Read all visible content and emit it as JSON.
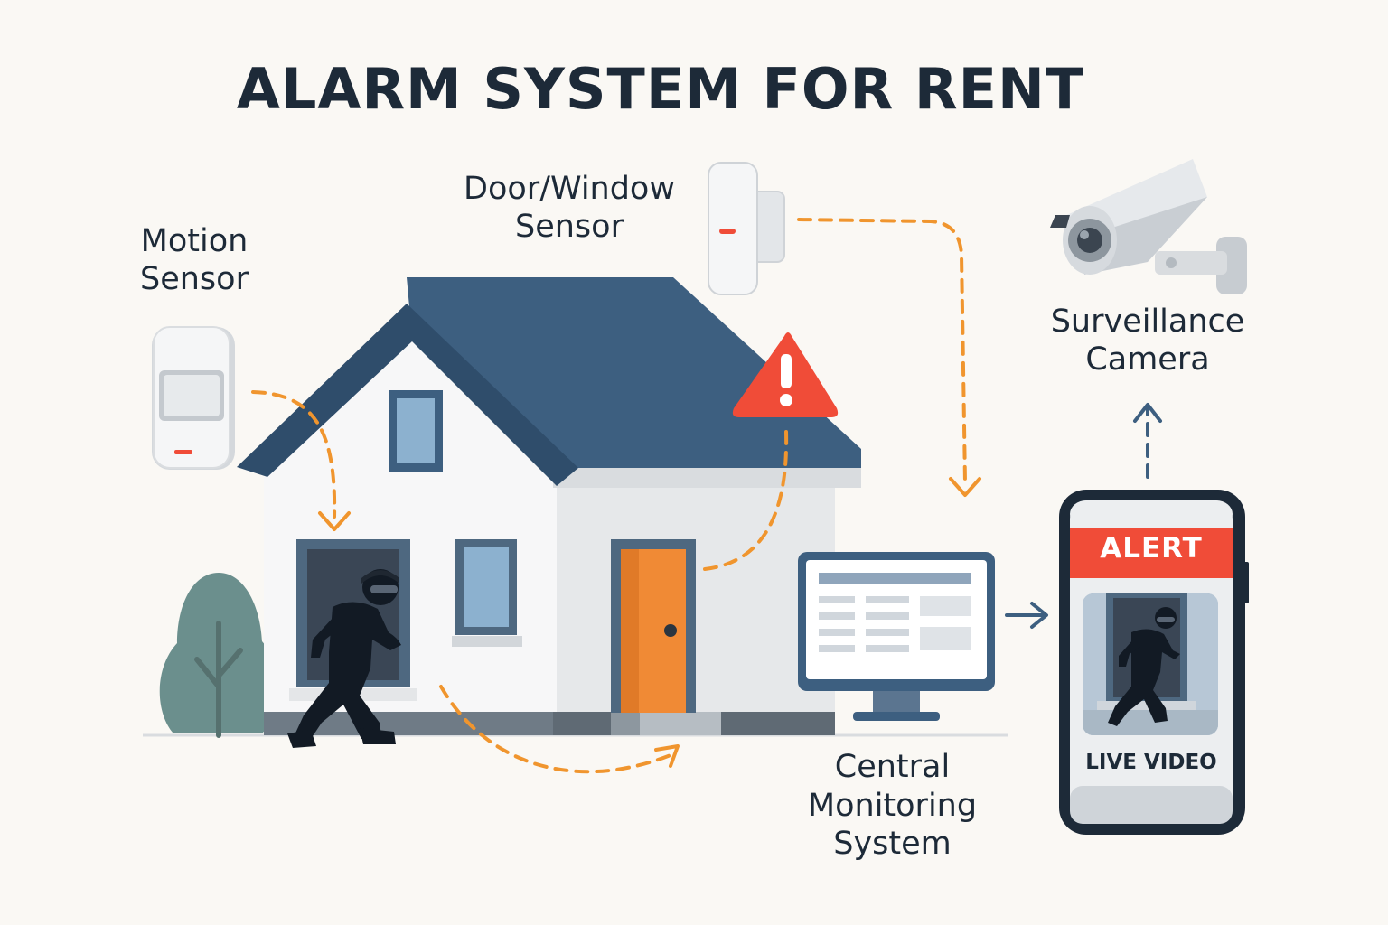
{
  "title": "ALARM SYSTEM FOR RENT",
  "labels": {
    "motion_sensor": [
      "Motion",
      "Sensor"
    ],
    "door_window_sensor": [
      "Door/Window",
      "Sensor"
    ],
    "surveillance_camera": [
      "Surveillance",
      "Camera"
    ],
    "central_monitoring": [
      "Central",
      "Monitoring",
      "System"
    ]
  },
  "phone": {
    "alert": "ALERT",
    "live_video": "LIVE VIDEO"
  },
  "colors": {
    "background": "#faf8f4",
    "roof": "#3d5f80",
    "text": "#1d2a38",
    "flow_arrow": "#f0952e",
    "alert_red": "#f04c38",
    "door": "#f08a35",
    "window": "#8cb1cf",
    "tree": "#6b8f8d"
  },
  "icons": [
    "motion-sensor-icon",
    "door-window-sensor-icon",
    "surveillance-camera-icon",
    "warning-icon",
    "monitor-icon",
    "smartphone-icon",
    "burglar-icon",
    "tree-icon",
    "house-icon"
  ]
}
